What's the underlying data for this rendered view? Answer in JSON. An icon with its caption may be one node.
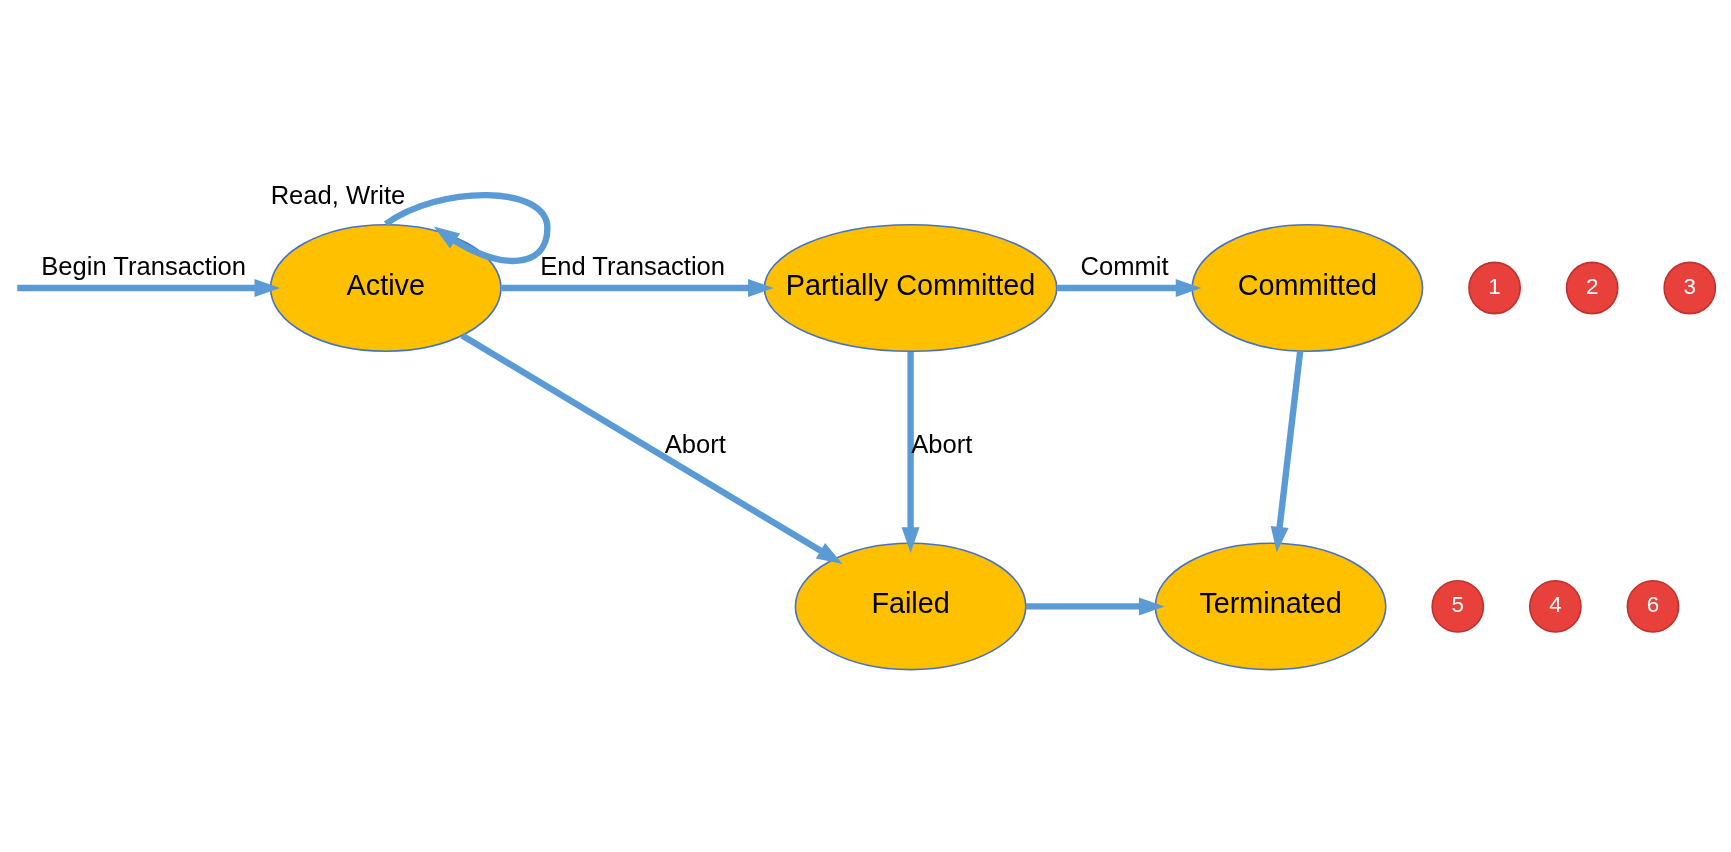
{
  "diagram": {
    "nodes": [
      {
        "text": [
          "Active"
        ]
      },
      {
        "text": [
          "Partially Committed"
        ]
      },
      {
        "text": [
          "Committed"
        ]
      },
      {
        "text": [
          "Failed"
        ]
      },
      {
        "text": [
          "Terminated"
        ]
      },
      {
        "text": [
          "1"
        ]
      },
      {
        "text": [
          "2"
        ]
      },
      {
        "text": [
          "3"
        ]
      },
      {
        "text": [
          "4"
        ]
      },
      {
        "text": [
          "5"
        ]
      },
      {
        "text": [
          "6"
        ]
      }
    ],
    "edges": [
      {
        "from": null,
        "to": 0,
        "arrow": "to",
        "label": "Begin Transaction"
      },
      {
        "from": 0,
        "to": 0,
        "arrow": "to",
        "label": "Read, Write"
      },
      {
        "from": 0,
        "to": 1,
        "arrow": "to",
        "label": "End Transaction"
      },
      {
        "from": 1,
        "to": 2,
        "arrow": "to",
        "label": "Commit"
      },
      {
        "from": 0,
        "to": 3,
        "arrow": "to",
        "label": "Abort"
      },
      {
        "from": 1,
        "to": 3,
        "arrow": "to",
        "label": "Abort"
      },
      {
        "from": 2,
        "to": 4,
        "arrow": "to"
      },
      {
        "from": 3,
        "to": 4,
        "arrow": "to"
      }
    ]
  }
}
